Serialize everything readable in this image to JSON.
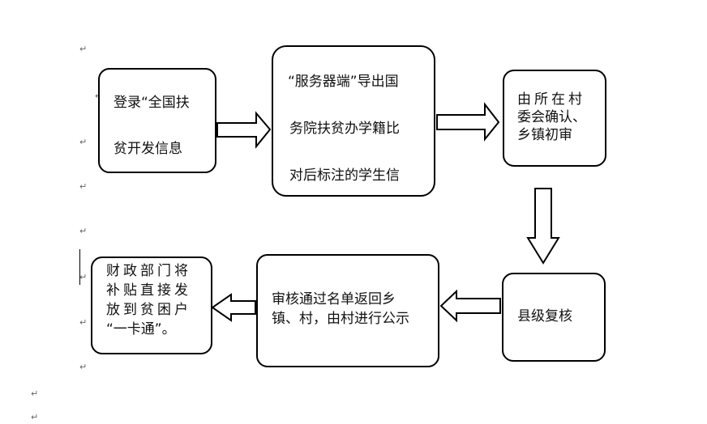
{
  "flowchart": {
    "step1": [
      "登录“全国扶",
      "贫开发信息"
    ],
    "step2": [
      "“服务器端”导出国",
      "务院扶贫办学籍比",
      "对后标注的学生信"
    ],
    "step3": [
      "由所在村",
      "委会确认、",
      "乡镇初审"
    ],
    "step4": "县级复核",
    "step5": [
      "审核通过名单返回乡",
      "镇、村，由村进行公示"
    ],
    "step6": [
      "财政部门将",
      "补贴直接发",
      "放到贫困户",
      "“一卡通”。"
    ]
  },
  "paragraph_mark": "↵"
}
